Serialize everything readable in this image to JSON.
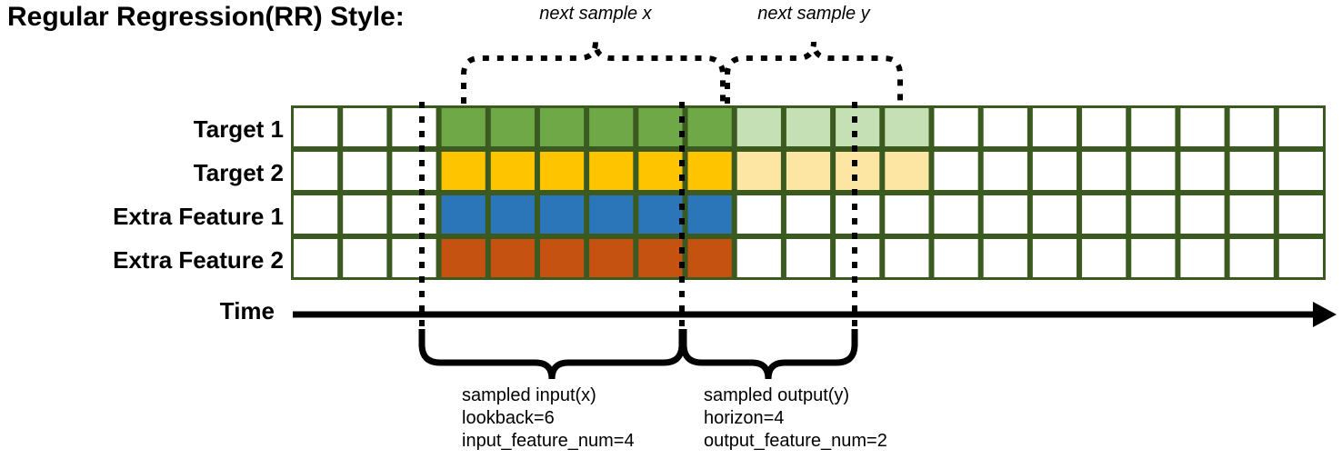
{
  "title": "Regular Regression(RR) Style:",
  "rows": [
    {
      "label": "Target 1",
      "name": "target-1"
    },
    {
      "label": "Target 2",
      "name": "target-2"
    },
    {
      "label": "Extra Feature 1",
      "name": "extra-feature-1"
    },
    {
      "label": "Extra Feature 2",
      "name": "extra-feature-2"
    }
  ],
  "axis": {
    "label": "Time"
  },
  "grid": {
    "columns": 21,
    "rows": 4,
    "border_color": "#3B5A20",
    "empty_color": "#FFFFFF"
  },
  "colors": {
    "target_1_input": "#6FA846",
    "target_1_output": "#C5E0B4",
    "target_2_input": "#FFC400",
    "target_2_output": "#FDE5A4",
    "extra_feature_1_input": "#2B76B9",
    "extra_feature_2_input": "#C55211",
    "grid_border": "#3B5A20",
    "line_color": "#000000"
  },
  "cell_fills": [
    [
      "#FFFFFF",
      "#FFFFFF",
      "#FFFFFF",
      "#6FA846",
      "#6FA846",
      "#6FA846",
      "#6FA846",
      "#6FA846",
      "#6FA846",
      "#C5E0B4",
      "#C5E0B4",
      "#C5E0B4",
      "#C5E0B4",
      "#FFFFFF",
      "#FFFFFF",
      "#FFFFFF",
      "#FFFFFF",
      "#FFFFFF",
      "#FFFFFF",
      "#FFFFFF",
      "#FFFFFF"
    ],
    [
      "#FFFFFF",
      "#FFFFFF",
      "#FFFFFF",
      "#FFC400",
      "#FFC400",
      "#FFC400",
      "#FFC400",
      "#FFC400",
      "#FFC400",
      "#FDE5A4",
      "#FDE5A4",
      "#FDE5A4",
      "#FDE5A4",
      "#FFFFFF",
      "#FFFFFF",
      "#FFFFFF",
      "#FFFFFF",
      "#FFFFFF",
      "#FFFFFF",
      "#FFFFFF",
      "#FFFFFF"
    ],
    [
      "#FFFFFF",
      "#FFFFFF",
      "#FFFFFF",
      "#2B76B9",
      "#2B76B9",
      "#2B76B9",
      "#2B76B9",
      "#2B76B9",
      "#2B76B9",
      "#FFFFFF",
      "#FFFFFF",
      "#FFFFFF",
      "#FFFFFF",
      "#FFFFFF",
      "#FFFFFF",
      "#FFFFFF",
      "#FFFFFF",
      "#FFFFFF",
      "#FFFFFF",
      "#FFFFFF",
      "#FFFFFF"
    ],
    [
      "#FFFFFF",
      "#FFFFFF",
      "#FFFFFF",
      "#C55211",
      "#C55211",
      "#C55211",
      "#C55211",
      "#C55211",
      "#C55211",
      "#FFFFFF",
      "#FFFFFF",
      "#FFFFFF",
      "#FFFFFF",
      "#FFFFFF",
      "#FFFFFF",
      "#FFFFFF",
      "#FFFFFF",
      "#FFFFFF",
      "#FFFFFF",
      "#FFFFFF",
      "#FFFFFF"
    ]
  ],
  "top_braces": [
    {
      "label": "next sample x",
      "name": "next-sample-x"
    },
    {
      "label": "next sample y",
      "name": "next-sample-y"
    }
  ],
  "bottom_annotations": [
    {
      "name": "sampled-input",
      "line1": "sampled input(x)",
      "line2": "lookback=6",
      "line3": "input_feature_num=4"
    },
    {
      "name": "sampled-output",
      "line1": "sampled output(y)",
      "line2": "horizon=4",
      "line3": "output_feature_num=2"
    }
  ]
}
